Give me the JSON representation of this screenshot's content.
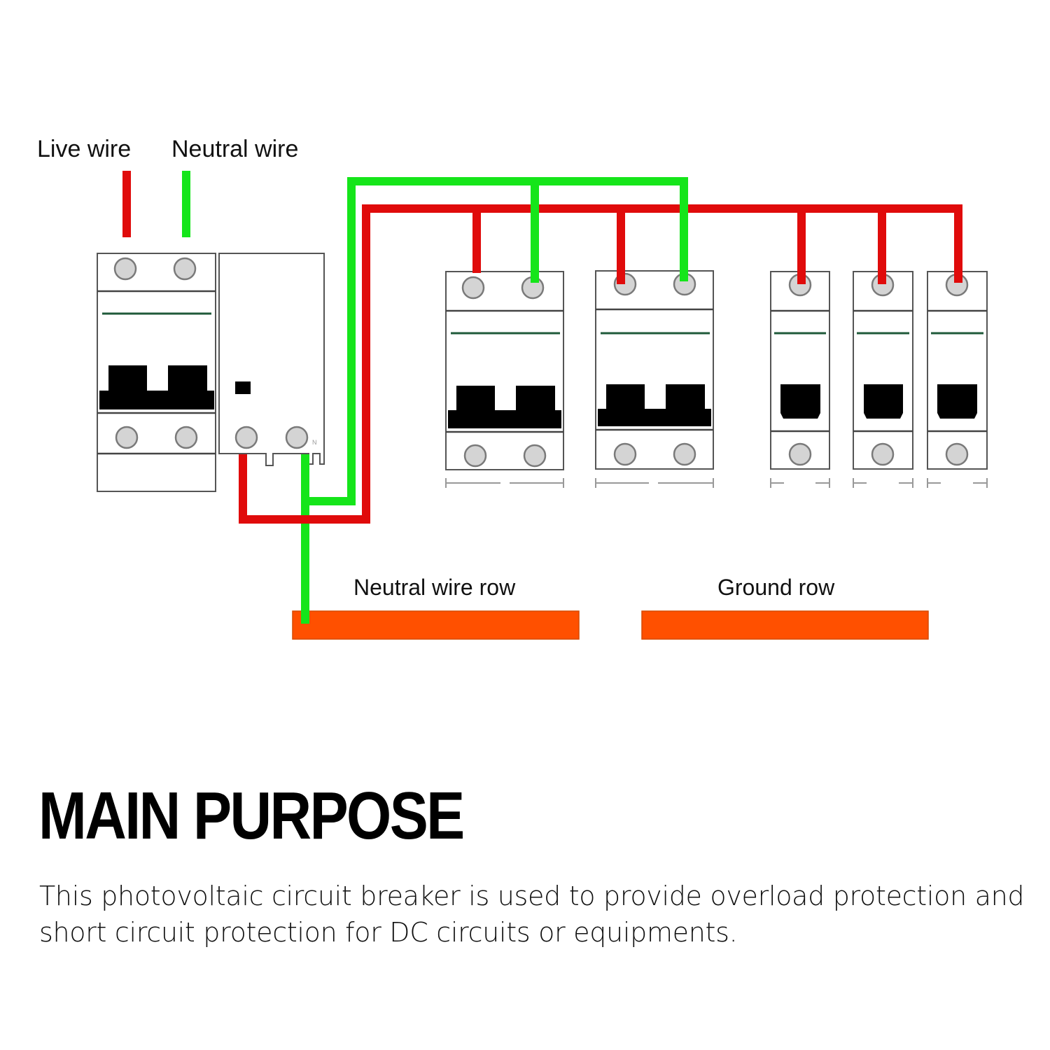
{
  "diagram": {
    "labels": {
      "live_wire": "Live wire",
      "neutral_wire": "Neutral wire",
      "neutral_wire_row": "Neutral wire row",
      "ground_row": "Ground row",
      "rcd_terminal_mark": "N"
    },
    "colors": {
      "live": "#e00b0b",
      "neutral": "#15e51a",
      "busbar": "#ff5000",
      "handle": "#000000",
      "terminal": "#d4d4d4"
    },
    "components": [
      {
        "id": "main-breaker",
        "type": "2-pole breaker with RCD module",
        "poles": 2
      },
      {
        "id": "branch-breaker-1",
        "type": "2-pole breaker",
        "poles": 2
      },
      {
        "id": "branch-breaker-2",
        "type": "2-pole breaker",
        "poles": 2
      },
      {
        "id": "branch-breaker-3",
        "type": "1-pole breaker",
        "poles": 1
      },
      {
        "id": "branch-breaker-4",
        "type": "1-pole breaker",
        "poles": 1
      },
      {
        "id": "branch-breaker-5",
        "type": "1-pole breaker",
        "poles": 1
      }
    ],
    "bus_bars": [
      "Neutral wire row",
      "Ground row"
    ]
  },
  "section": {
    "title": "MAIN PURPOSE",
    "description": "This photovoltaic circuit breaker is used to provide overload protection and short circuit protection for DC circuits or equipments."
  }
}
